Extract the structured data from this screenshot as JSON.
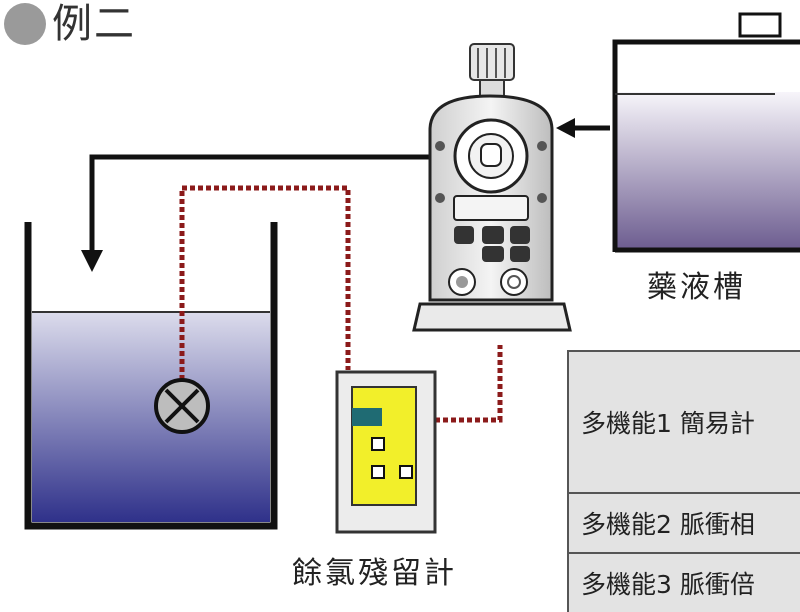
{
  "header": {
    "title": "例二"
  },
  "labels": {
    "chemical_tank": "藥液槽",
    "residual_chlorine_meter": "餘氯殘留計"
  },
  "function_table": {
    "rows": [
      "多機能1 簡易計",
      "多機能2 脈衝相",
      "多機能3 脈衝倍"
    ]
  },
  "colors": {
    "liquid_top": "#dcdcec",
    "liquid_bottom": "#2f318a",
    "chem_liquid_top": "#f7f5fa",
    "chem_liquid_bottom": "#6a5a8e",
    "signal_wire": "#8b1a1a",
    "meter_body": "#f2ef2a",
    "meter_display": "#1f6b73",
    "table_bg": "#e3e3e3"
  }
}
